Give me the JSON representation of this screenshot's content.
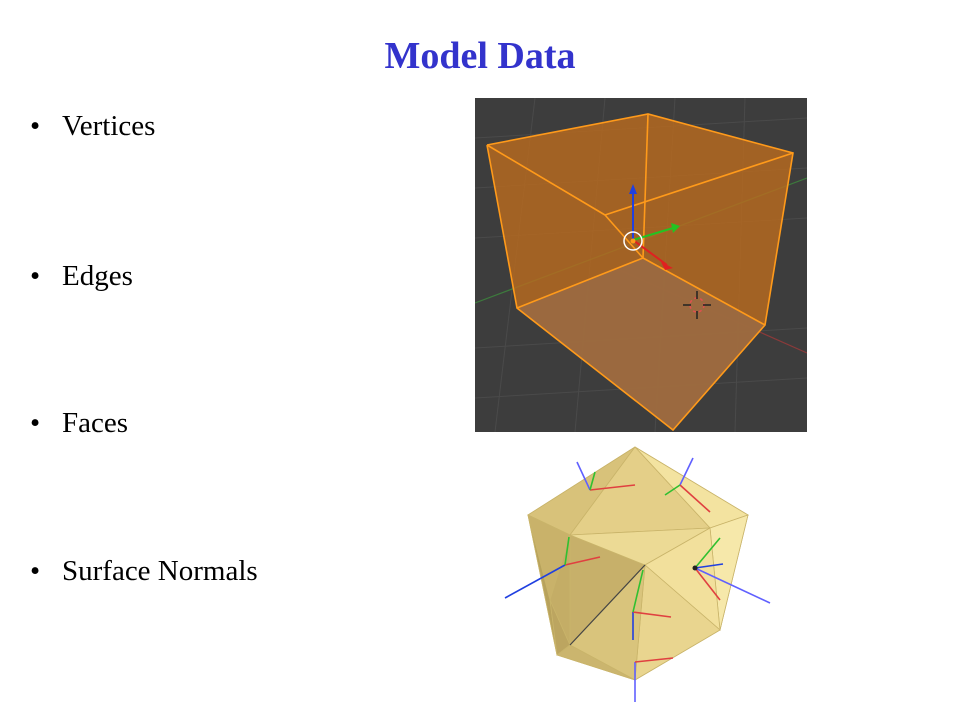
{
  "slide": {
    "title": "Model Data",
    "bullets": [
      "Vertices",
      "Edges",
      "Faces",
      "Surface Normals"
    ],
    "bullet_glyph": "•"
  },
  "colors": {
    "title": "#3333cc",
    "viewport_bg": "#3d3d3d",
    "cube_face": "#b86a1e",
    "cube_edge": "#ff9a1a",
    "solid": "#e8d48c",
    "axis_x": "#e02020",
    "axis_y": "#22c422",
    "axis_z": "#2040e0"
  },
  "figures": {
    "cube_viewport": "blender-selected-cube-wireframe",
    "icosahedron": "icosahedron-with-surface-normal-arrows"
  }
}
